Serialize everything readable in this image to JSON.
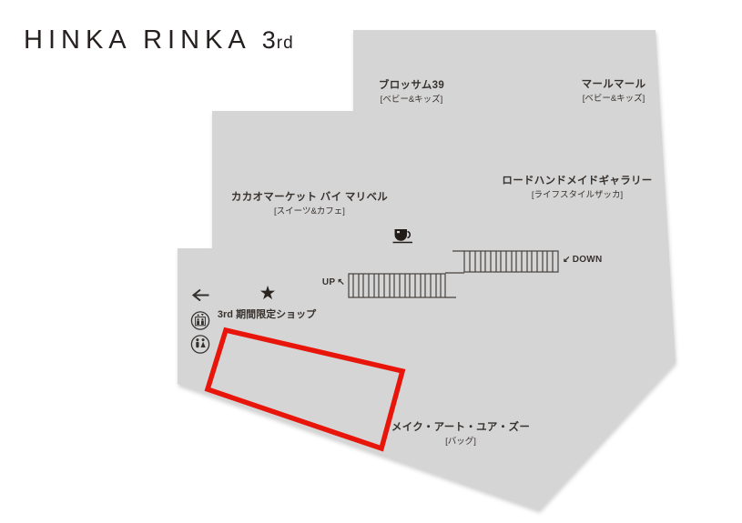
{
  "logo": {
    "brand": "HINKA RINKA",
    "floor_number": "3",
    "floor_suffix": "rd"
  },
  "colors": {
    "floor_fill": "#d5d5d5",
    "highlight_red": "#e8150b",
    "ink": "#38322f"
  },
  "shops": [
    {
      "name": "ブロッサム39",
      "category": "[ベビー&キッズ]"
    },
    {
      "name": "マールマール",
      "category": "[ベビー&キッズ]"
    },
    {
      "name": "カカオマーケット バイ マリベル",
      "category": "[スイーツ&カフェ]"
    },
    {
      "name": "ロードハンドメイドギャラリー",
      "category": "[ライフスタイルザッカ]"
    },
    {
      "name": "メイク・アート・ユア・ズー",
      "category": "[バッグ]"
    }
  ],
  "limited_shop_label": "3rd 期間限定ショップ",
  "stairs": {
    "up_label": "UP",
    "up_arrow": "↖",
    "down_label": "DOWN",
    "down_arrow": "↙"
  },
  "icons": {
    "star_glyph": "★"
  }
}
